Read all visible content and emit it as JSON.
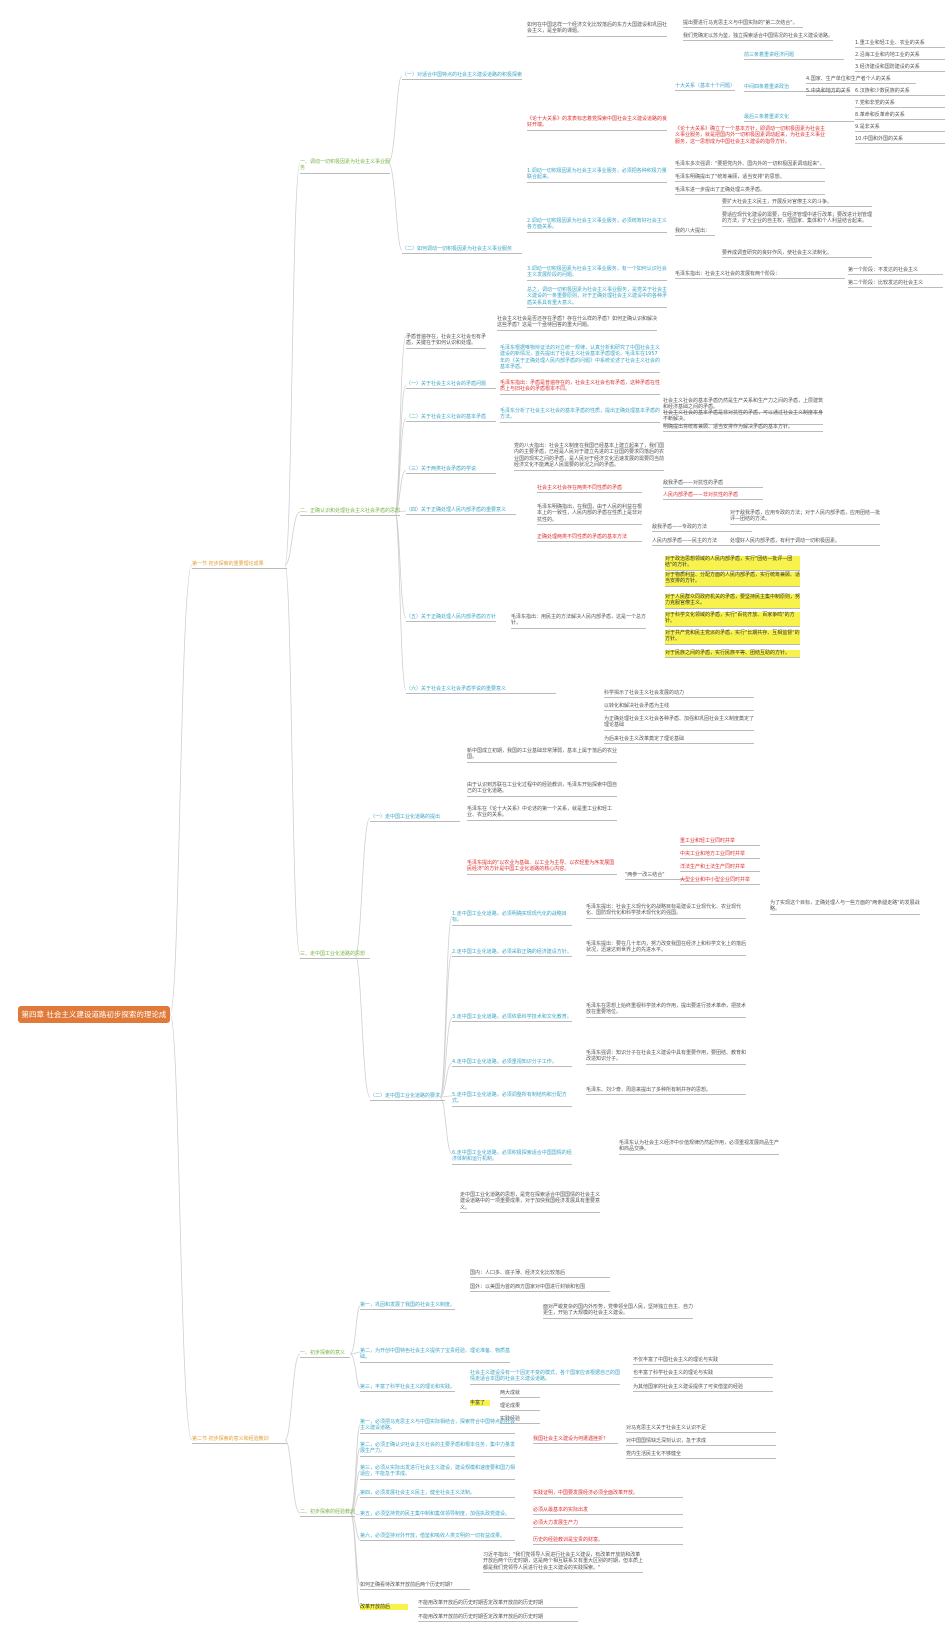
{
  "root": "第四章 社会主义建设道路初步探索的理论成果",
  "s1": {
    "title": "第一节 初步探索的重要理论成果",
    "a": {
      "title": "一、调动一切积极因素为社会主义事业服务",
      "b1": {
        "title": "（一）对适合中国特点的社会主义建设道路的积极探索",
        "n1": "如何在中国这样一个经济文化比较落后的东方大国建设和巩固社会主义，是全新的课题。",
        "n2": "我们党确定以苏为鉴，独立探索适合中国情况的社会主义建设道路。",
        "n3": "提出要进行马克思主义与中国实际的\"第二次结合\"。",
        "ten": "《论十大关系》的发表标志着党探索中国社会主义建设道路的良好开端。",
        "ten_title": "十大关系（基本十个问题）",
        "left": "《论十大关系》确立了一个基本方针，即调动一切积极因素为社会主义事业服务，就是把国内外一切积极因素调动起来，为社会主义事业服务，这一思想成为中国社会主义建设的指导方针。",
        "g1": "前三条着重讲经济问题",
        "g2": "中间四条着重讲政治",
        "g3": "最后三条着重讲文化",
        "items": [
          "1.重工业和轻工业、农业的关系",
          "2.沿海工业和内地工业的关系",
          "3.经济建设和国防建设的关系",
          "4.国家、生产单位和生产者个人的关系",
          "5.中央和地方的关系",
          "6.汉族和少数民族的关系",
          "7.党和非党的关系",
          "8.革命和反革命的关系",
          "9.是非关系",
          "10.中国和外国的关系"
        ]
      },
      "b2": {
        "title": "（二）如何调动一切积极因素为社会主义事业服务",
        "m1": "1.调动一切积极因素为社会主义事业服务，必须把各种积极力量联合起来。",
        "m2": "2.调动一切积极因素为社会主义事业服务，必须统筹好社会主义各方面关系。",
        "m3": "3.调动一切积极因素为社会主义事业服务，有一个如何认识社会主义发展阶段的问题。",
        "m4": "总之，调动一切积极因素为社会主义事业服务，是党关于社会主义建设的一条重要原则，对于正确处理社会主义建设中的各种矛盾关系具有重大意义。",
        "r1": "毛泽东多次强调：\"要把党内外、国内外的一切积极因素调动起来\"。",
        "r2": "毛泽东明确提出了\"统筹兼顾，适当安排\"的思想。",
        "r3": "毛泽东进一步提出了正确处理三类矛盾。",
        "eight": "我的八大提出：",
        "e1": "要扩大社会主义民主，开展反对官僚主义的斗争。",
        "e2": "要适应现代化建设的需要，在经济管理中进行改革；要改进计划管理的方法，扩大企业的自主权，把国家、集体和个人利益结合起来。",
        "e3": "要养成调查研究的良好作风，使社会主义法制化。",
        "r4": "毛泽东指出：社会主义社会的发展有两个阶段：",
        "s1": "第一个阶段：不发达的社会主义",
        "s2": "第二个阶段：比较发达的社会主义"
      }
    },
    "b": {
      "title": "二、正确认识和处理社会主义社会矛盾的思想",
      "intro": "社会主义社会是否还存在矛盾？存在什么样的矛盾？如何正确认识和解决这些矛盾？这是一个亟待回答的重大问题。",
      "root_q": "矛盾普遍存在，社会主义社会也有矛盾，关键在于如何认识和处理。",
      "c1": "（一）关于社会主义社会的矛盾问题",
      "c1a": "毛泽东根据唯物辩证法的对立统一规律，认真分析和研究了中国社会主义建设的新情况，首先提出了社会主义社会基本矛盾理论。毛泽东在1957年的《关于正确处理人民内部矛盾的问题》中系统论述了社会主义社会的基本矛盾。",
      "c1b": "毛泽东指出：矛盾是普遍存在的，社会主义社会也有矛盾，这种矛盾在性质上与旧社会的矛盾根本不同。",
      "c2": "（二）关于社会主义社会的基本矛盾",
      "c2a": "毛泽东分析了社会主义社会的基本矛盾的性质，提出正确处理基本矛盾的方法。",
      "c2b": "社会主义社会的基本矛盾仍然是生产关系和生产力之间的矛盾，上层建筑和经济基础之间的矛盾。",
      "c2c": "社会主义社会的基本矛盾是非对抗性的矛盾，可以通过社会主义制度本身不断解决。",
      "c2d": "明确提出将统筹兼顾、适当安排作为解决矛盾的基本方针。",
      "c3": "（三）关于两类社会矛盾的学说",
      "c3a": "党的八大指出：社会主义制度在我国已经基本上建立起来了，我们国内的主要矛盾，已经是人民对于建立先进的工业国的要求同落后的农业国的现实之间的矛盾，是人民对于经济文化迅速发展的需要同当前经济文化不能满足人民需要的状况之间的矛盾。",
      "c4": "（四）关于正确处理人民内部矛盾的重要意义",
      "c4a": "社会主义社会存在两类不同性质的矛盾",
      "c4b": "敌我矛盾——对抗性的矛盾",
      "c4c": "人民内部矛盾——非对抗性的矛盾",
      "c4d": "毛泽东明确指出，在我国，由于人民的利益在根本上的一致性，人民内部的矛盾在性质上是非对抗性的。",
      "c4e": "正确处理两类不同性质的矛盾的基本方法",
      "c4f": "敌我矛盾——专政的方法",
      "c4g": "人民内部矛盾——民主的方法",
      "c4h": "对于敌我矛盾，应用专政的方法；对于人民内部矛盾，应用团结—批评—团结的方法。",
      "c4i": "处理好人民内部矛盾，有利于调动一切积极因素。",
      "c5": "（五）关于正确处理人民内部矛盾的方针",
      "c5a": "毛泽东指出：用民主的方法解决人民内部矛盾，这是一个总方针。",
      "c5b": [
        "对于政治思想领域的人民内部矛盾，实行\"团结—批评—团结\"的方针。",
        "对于物质利益、分配方面的人民内部矛盾，实行统筹兼顾、适当安排的方针。",
        "对于人民群众同政府机关的矛盾，要坚持民主集中制原则，努力克服官僚主义。",
        "对于科学文化领域的矛盾，实行\"百花齐放、百家争鸣\"的方针。",
        "对于共产党和民主党派的矛盾，实行\"长期共存、互相监督\"的方针。",
        "对于民族之间的矛盾，实行民族平等、团结互助的方针。"
      ],
      "c6": "（六）关于社会主义社会矛盾学说的重要意义",
      "c6a": "科学揭示了社会主义社会发展的动力",
      "c6b": "以转化和解决社会矛盾为主线",
      "c6c": "为正确处理社会主义社会各种矛盾、加强和巩固社会主义制度奠定了理论基础",
      "c6d": "为后来社会主义改革奠定了理论基础"
    },
    "c": {
      "title": "三、走中国工业化道路的思想",
      "d1": "（一）走中国工业化道路的提出",
      "d1a": "新中国成立初期，我国的工业基础非常薄弱，基本上属于落后的农业国。",
      "d1b": "由于认识到苏联在工业化过程中的经验教训，毛泽东开始探索中国自己的工业化道路。",
      "d1c": "毛泽东在《论十大关系》中论述的第一个关系，就是重工业和轻工业、农业的关系。",
      "d1d": "毛泽东提出的\"以农业为基础、以工业为主导、以农轻重为序发展国民经济\"的方针是中国工业化道路的核心内容。",
      "d1e": "\"两参一改三结合\"",
      "d1f": [
        "重工业和轻工业同时并举",
        "中央工业和地方工业同时并举",
        "洋法生产和土法生产同时并举",
        "大型企业和中小型企业同时并举"
      ],
      "d1g": "为了实现这个目标，正确处理人与一些方面的\"两条腿走路\"的发展战略。",
      "d2": "（二）走中国工业化道路的要求",
      "d2a": [
        "1.走中国工业化道路，必须明确实现现代化的战略目标。",
        "2.走中国工业化道路，必须采取正确的经济建设方针。",
        "3.走中国工业化道路，必须依靠科学技术和文化教育。",
        "4.走中国工业化道路，必须重视知识分子工作。",
        "5.走中国工业化道路，必须调整所有制结构和分配方式。",
        "6.走中国工业化道路，必须积极探索适合中国国情的经济体制和运行机制。"
      ],
      "d2b": "毛泽东提出：社会主义现代化的战略目标是建设工业现代化、农业现代化、国防现代化和科学技术现代化的强国。",
      "d2c": "毛泽东提出：要在几十年内，努力改变我国在经济上和科学文化上的落后状况，迅速达到世界上的先进水平。",
      "d2d": "毛泽东在思想上始终重视科学技术的作用，提出要进行技术革命，把技术放在重要地位。",
      "d2e": "毛泽东强调：知识分子在社会主义建设中具有重要作用，要团结、教育和改造知识分子。",
      "d2f": "毛泽东、刘少奇、周恩来提出了多种所有制并存的思想。",
      "d2g": "毛泽东认为社会主义经济中价值规律仍然起作用，必须重视发展商品生产和商品交换。",
      "d2h": "走中国工业化道路的思想，是党在探索适合中国国情的社会主义建设道路中的一项重要成果，对于加快我国经济发展具有重要意义。"
    }
  },
  "s2": {
    "title": "第二节 初步探索的意义和经验教训",
    "a": {
      "title": "一、初步探索的意义",
      "e1": "第一，巩固和发展了我国的社会主义制度。",
      "e1a": "国内：人口多、底子薄、经济文化比较落后",
      "e1b": "国外：以美国为首的西方国家对中国进行封锁和包围",
      "e1c": "面对严峻复杂的国内外形势，党带领全国人民，坚持独立自主、自力更生，开始了大规模的社会主义建设。",
      "e2": "第二，为开创中国特色社会主义提供了宝贵经验、理论准备、物质基础。",
      "e3": "第三，丰富了科学社会主义的理论和实践。",
      "e3a": "社会主义建设没有一个固定不变的模式，各个国家应该根据自己的国情走适合本国的社会主义建设道路。",
      "e3b": [
        "不仅丰富了中国社会主义的理论与实践",
        "也丰富了科学社会主义的理论与实践",
        "为其他国家的社会主义建设提供了可资借鉴的经验"
      ],
      "e3c": "丰富了",
      "e3d": [
        "两大成就",
        "理论成果",
        "实践经验"
      ]
    },
    "b": {
      "title": "二、初步探索的经验教训",
      "f1": "第一，必须把马克思主义与中国实际相结合，探索符合中国特点的社会主义建设道路。",
      "f2": "第二，必须正确认识社会主义社会的主要矛盾和根本任务，集中力量发展生产力。",
      "f3": "第三，必须从实际出发进行社会主义建设，建设规模和速度要和国力相适应，不能急于求成。",
      "f4": "第四，必须发展社会主义民主，健全社会主义法制。",
      "f5": "第五，必须坚持党的民主集中制和集体领导制度，加强执政党建设。",
      "f6": "第六，必须坚持对外开放，借鉴和吸收人类文明的一切有益成果。",
      "f7": "如何正确看待改革开放前后两个历史时期？",
      "q1": "我国社会主义建设为何遭遇挫折？",
      "q2": "对马克思主义关于社会主义认识不足",
      "q3": "对中国国情缺乏深刻认识，急于求成",
      "q4": "党内生活民主化不够健全",
      "r1": "实践证明，中国要发展经济必须全面改革开放。",
      "r2": "必须从最基本的实际出发",
      "r3": "必须大力发展生产力",
      "r4": "历史的经验教训是宝贵的财富。",
      "f7a": "习近平指出：\"我们党领导人民进行社会主义建设，有改革开放前和改革开放后两个历史时期，这是两个相互联系又有重大区别的时期，但本质上都是我们党领导人民进行社会主义建设的实践探索。\"",
      "f8": "改革开放前后",
      "f8a": "不能用改革开放后的历史时期否定改革开放前的历史时期",
      "f8b": "不能用改革开放前的历史时期否定改革开放后的历史时期"
    }
  }
}
